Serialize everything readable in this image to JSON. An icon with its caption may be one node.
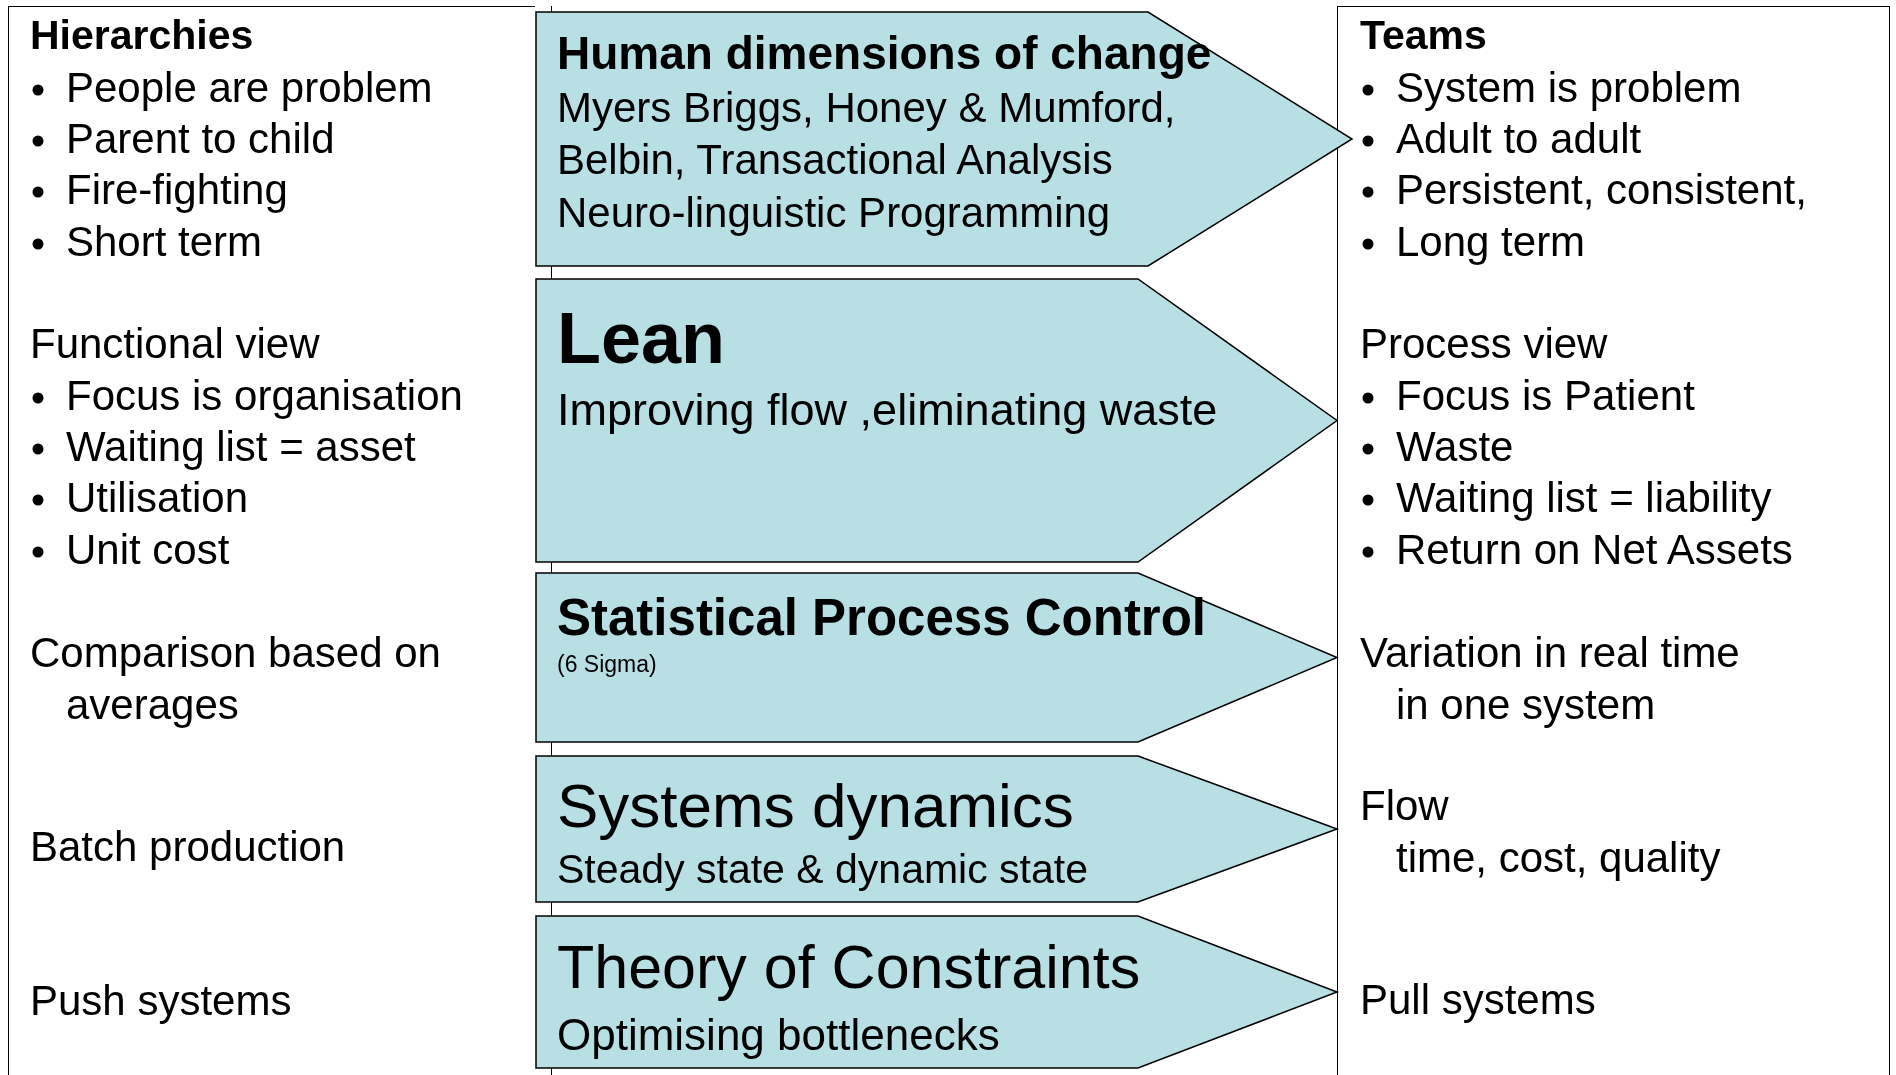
{
  "diagram": {
    "nodes": [
      {
        "text": [
          "Hierarchies",
          "People are problem",
          "Parent to child",
          "Fire-fighting",
          "Short term",
          "Functional view",
          "Focus is organisation",
          "Waiting list = asset",
          "Utilisation",
          "Unit cost",
          "Comparison based on averages",
          "Batch production",
          "Push systems"
        ]
      },
      {
        "text": [
          "Human dimensions of change",
          "Myers Briggs, Honey & Mumford, Belbin, Transactional Analysis Neuro-linguistic Programming"
        ]
      },
      {
        "text": [
          "Lean",
          "Improving flow ,eliminating waste"
        ]
      },
      {
        "text": [
          "Statistical Process Control",
          "(6 Sigma)"
        ]
      },
      {
        "text": [
          "Systems dynamics",
          "Steady state & dynamic state"
        ]
      },
      {
        "text": [
          "Theory of Constraints",
          "Optimising bottlenecks"
        ]
      },
      {
        "text": [
          "Teams",
          "System is problem",
          "Adult to adult",
          "Persistent, consistent,",
          "Long term",
          "Process view",
          "Focus is Patient",
          "Waste",
          "Waiting list = liability",
          "Return on Net Assets",
          "Variation in real time in one system",
          "Flow",
          "time, cost, quality",
          "Pull systems"
        ]
      }
    ]
  }
}
